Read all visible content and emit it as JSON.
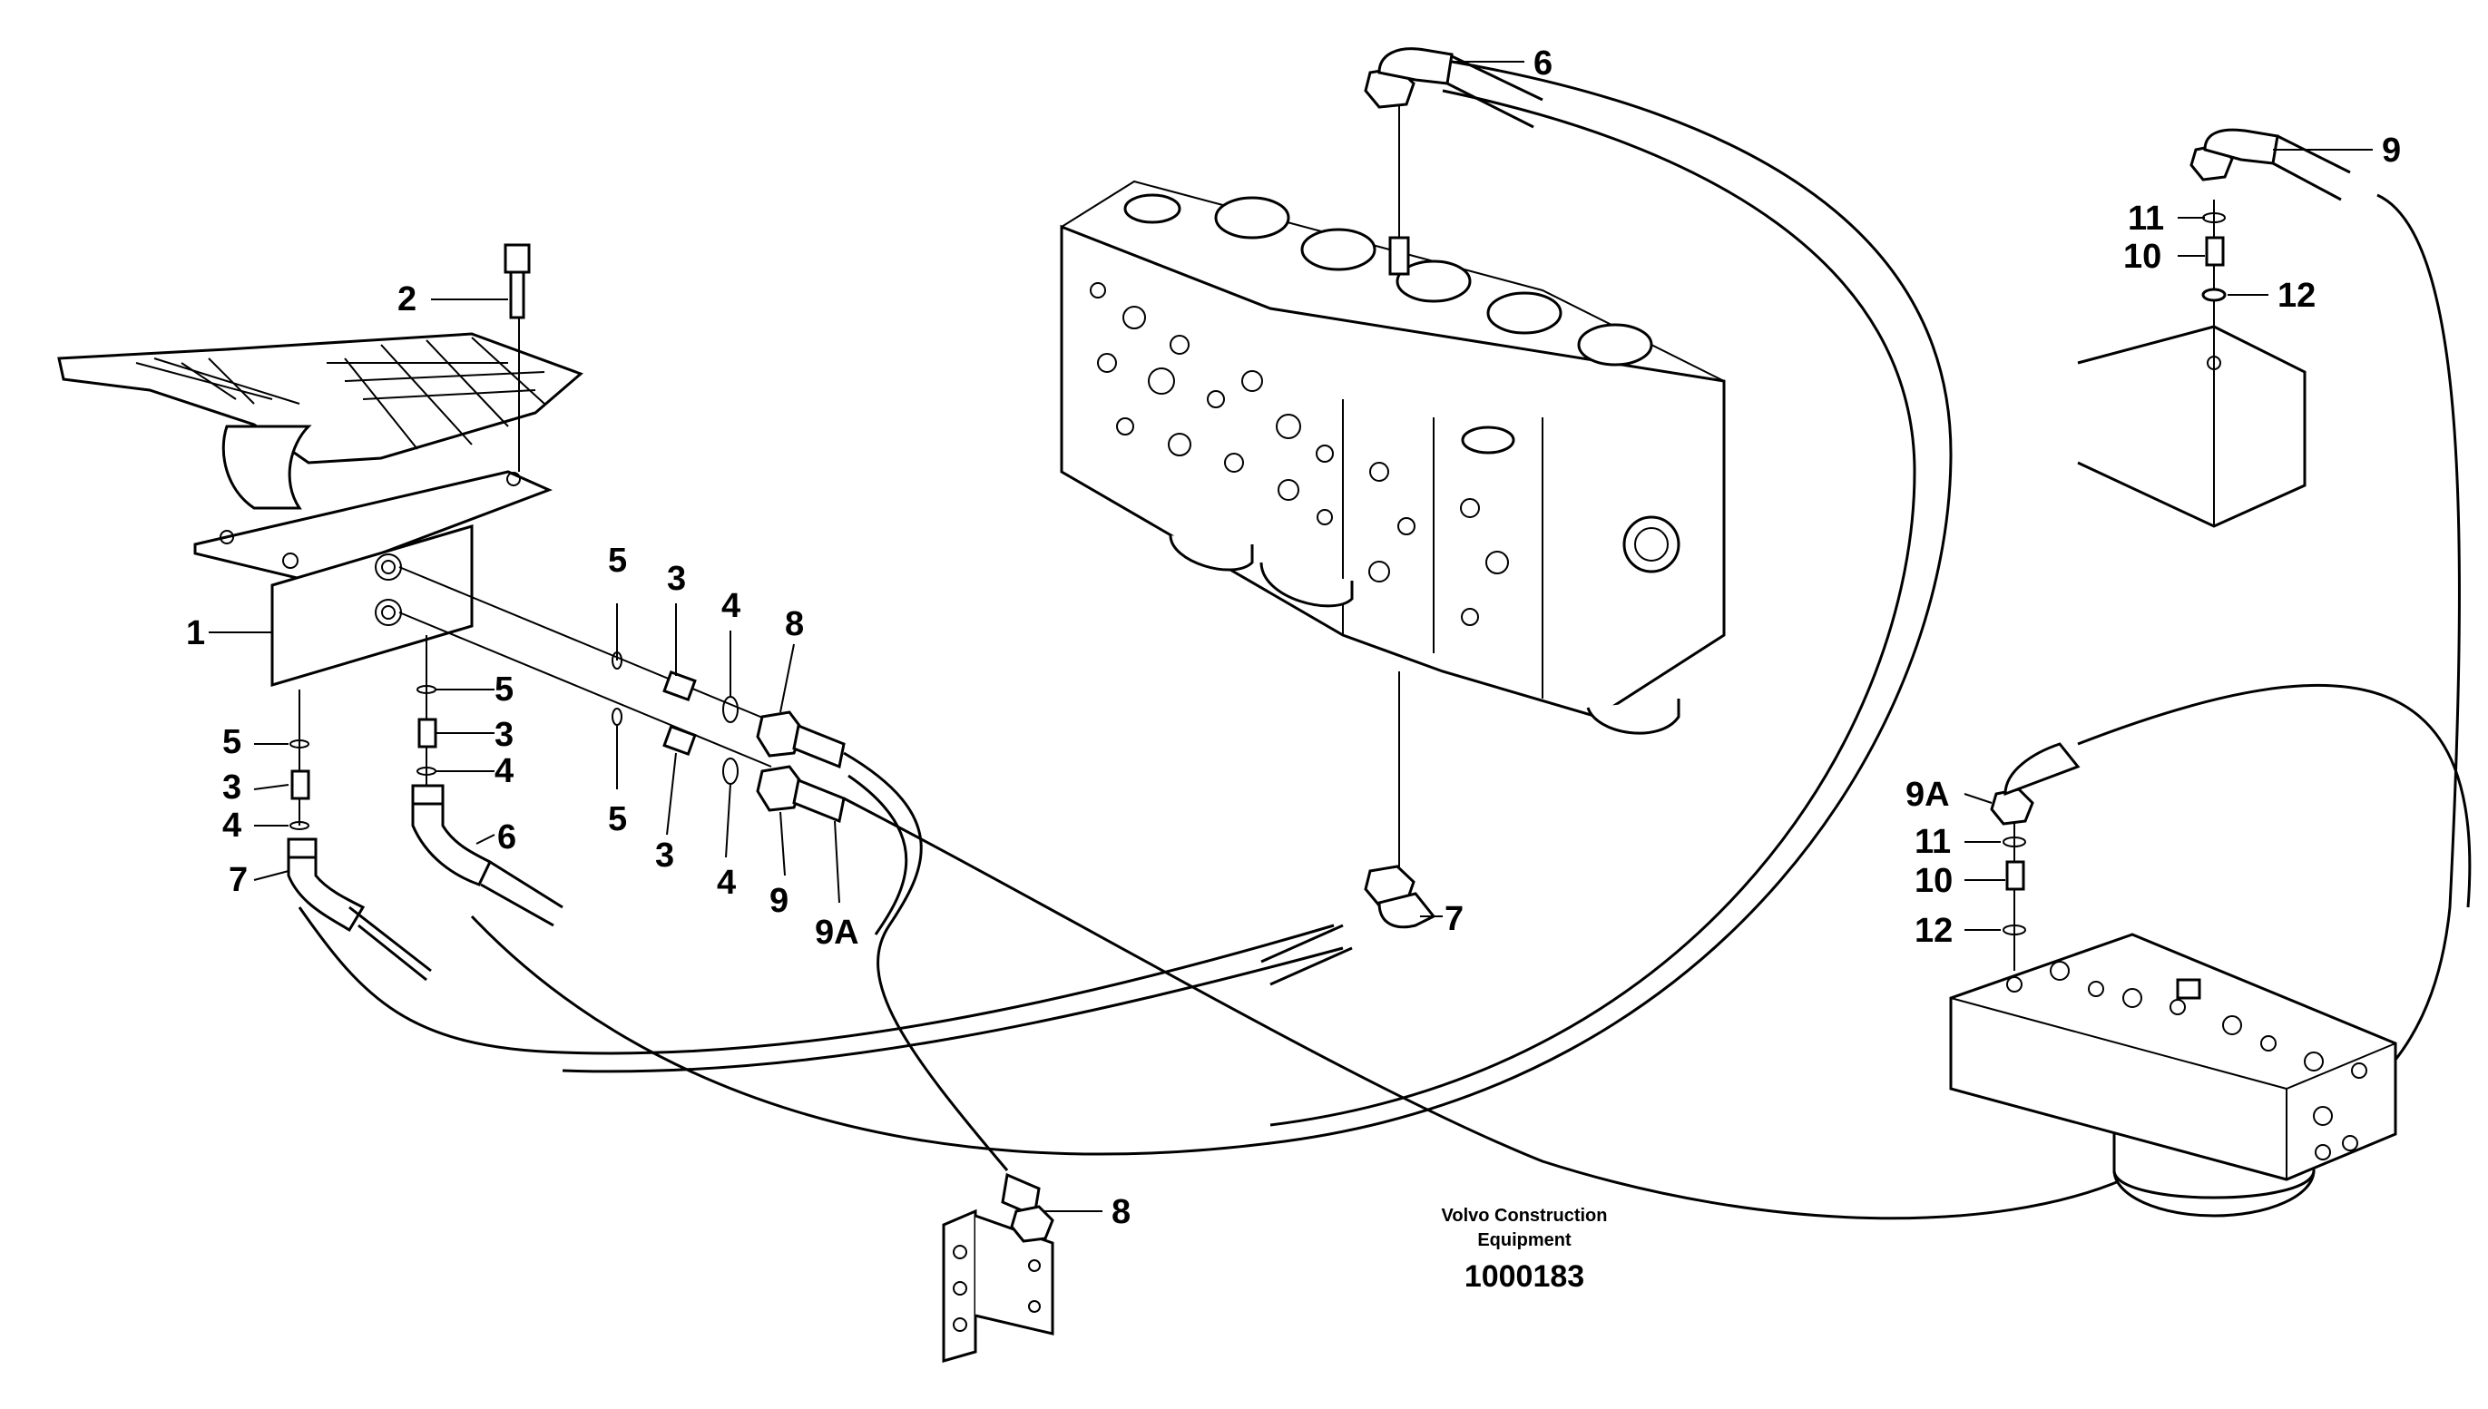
{
  "diagram": {
    "callouts": {
      "c1": "1",
      "c2": "2",
      "c3a": "3",
      "c3b": "3",
      "c3c": "3",
      "c3d": "3",
      "c4a": "4",
      "c4b": "4",
      "c4c": "4",
      "c4d": "4",
      "c5a": "5",
      "c5b": "5",
      "c5c": "5",
      "c5d": "5",
      "c6a": "6",
      "c6b": "6",
      "c7a": "7",
      "c7b": "7",
      "c8a": "8",
      "c8b": "8",
      "c9a": "9",
      "c9b": "9",
      "c9Aa": "9A",
      "c9Ab": "9A",
      "c10a": "10",
      "c10b": "10",
      "c11a": "11",
      "c11b": "11",
      "c12a": "12",
      "c12b": "12"
    },
    "caption": {
      "line1": "Volvo Construction",
      "line2": "Equipment",
      "number": "1000183"
    }
  }
}
